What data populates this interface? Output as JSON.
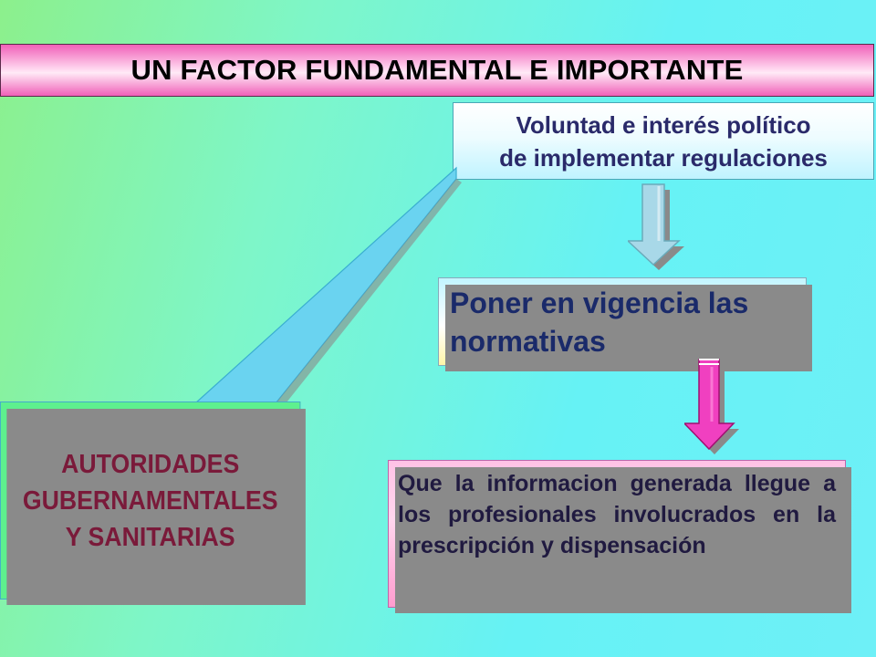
{
  "title": "UN FACTOR FUNDAMENTAL E IMPORTANTE",
  "boxes": {
    "voluntad": [
      "Voluntad e interés político",
      "de implementar regulaciones"
    ],
    "poner": [
      "Poner en vigencia las",
      "normativas"
    ],
    "autoridades": [
      "AUTORIDADES",
      "GUBERNAMENTALES",
      "Y SANITARIAS"
    ],
    "que": "Que la informacion generada llegue  a los profesionales involucrados en la prescripción y dispensación"
  },
  "colors": {
    "title_bar": "#f060b8",
    "arrow_top": "#a8d8e8",
    "arrow_bottom": "#f040c0",
    "autoridades_fill": "#5ef08e",
    "autoridades_text": "#7a1a3a"
  }
}
